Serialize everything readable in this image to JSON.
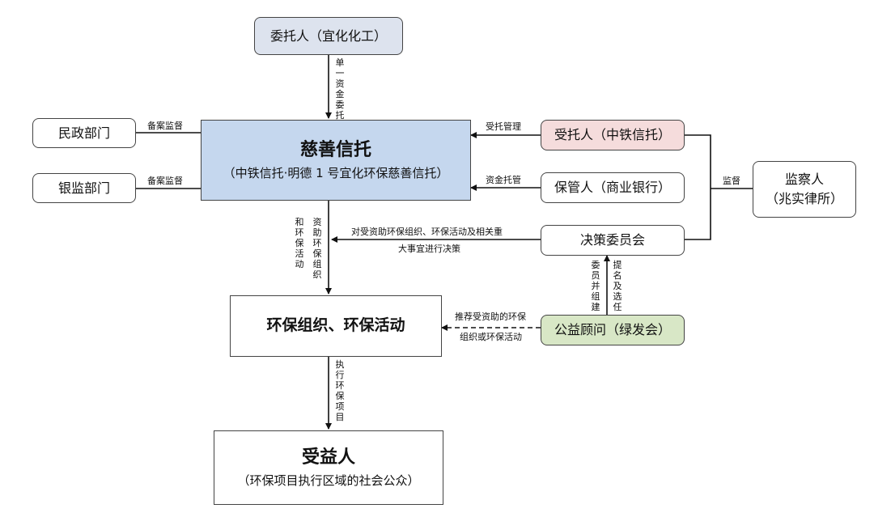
{
  "nodes": {
    "entrustor": "委托人（宜化化工）",
    "civil": "民政部门",
    "banking": "银监部门",
    "charity_title": "慈善信托",
    "charity_sub": "（中铁信托·明德 1 号宜化环保慈善信托）",
    "trustee": "受托人（中铁信托）",
    "custodian": "保管人（商业银行）",
    "supervisor_line1": "监察人",
    "supervisor_line2": "（兆实律所）",
    "committee": "决策委员会",
    "advisor": "公益顾问（绿发会）",
    "env_org": "环保组织、环保活动",
    "beneficiary_title": "受益人",
    "beneficiary_sub": "（环保项目执行区域的社会公众）"
  },
  "labels": {
    "single_fund": "单一资金委托",
    "filing1": "备案监督",
    "filing2": "备案监督",
    "entrusted_mgmt": "受托管理",
    "fund_custody": "资金托管",
    "supervise": "监督",
    "decision_line1": "对受资助环保组织、环保活动及相关重",
    "decision_line2": "大事宜进行决策",
    "fund_col1": "资助环保组织",
    "fund_col2": "和环保活动",
    "nominate": "提名及选任",
    "form_committee": "委员并组建",
    "recommend_line1": "推荐受资助的环保",
    "recommend_line2": "组织或环保活动",
    "execute": "执行环保项目"
  },
  "colors": {
    "charity_fill": "#c5d7ee",
    "entrustor_fill": "#dde3ee",
    "trustee_fill": "#f5dcdc",
    "advisor_fill": "#d8e7c6"
  }
}
